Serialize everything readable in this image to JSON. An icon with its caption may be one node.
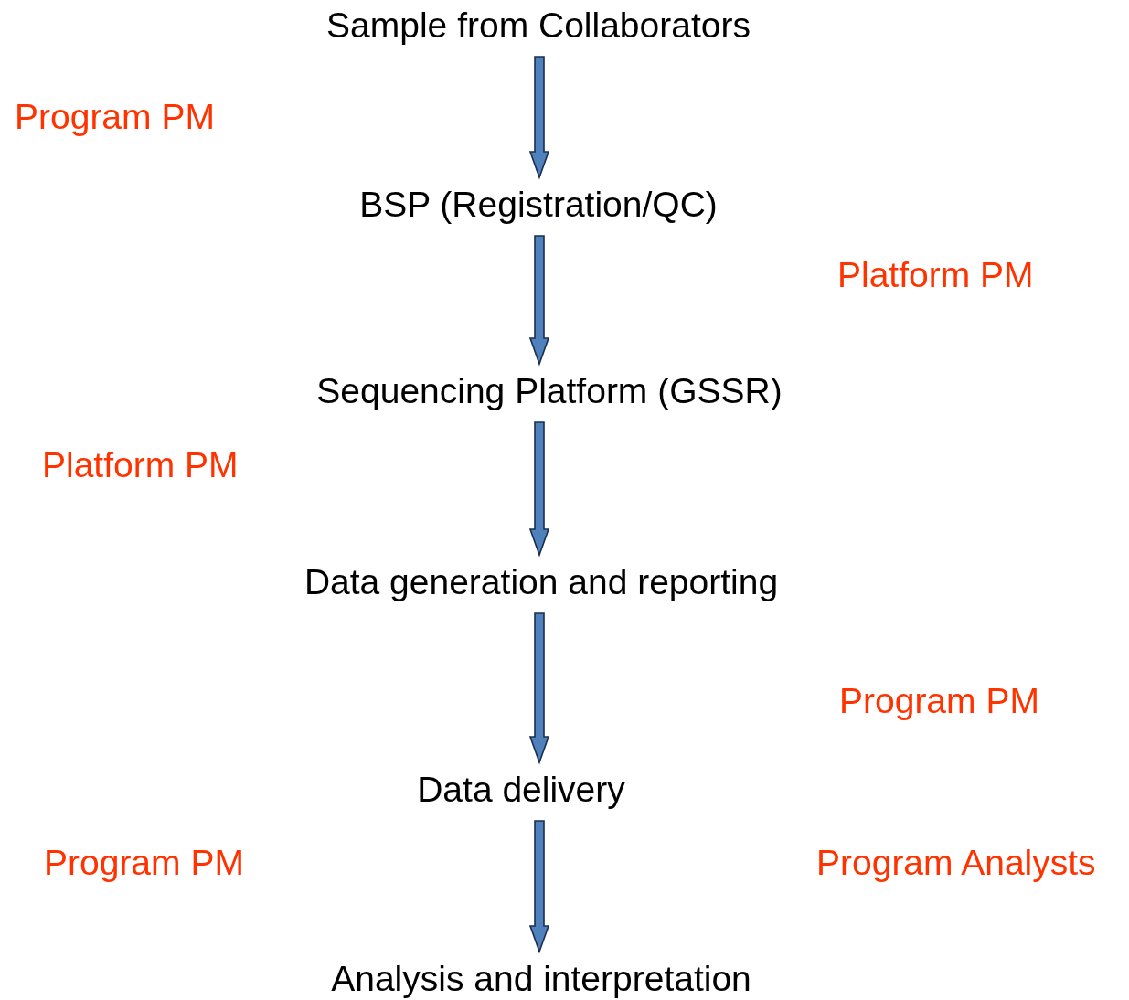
{
  "diagram": {
    "nodes": [
      {
        "text": [
          "Sample from Collaborators"
        ]
      },
      {
        "text": [
          "BSP (Registration/QC)"
        ]
      },
      {
        "text": [
          "Sequencing Platform (GSSR)"
        ]
      },
      {
        "text": [
          "Data generation and reporting"
        ]
      },
      {
        "text": [
          "Data delivery"
        ]
      },
      {
        "text": [
          "Analysis and interpretation"
        ]
      }
    ],
    "edges": [
      {
        "from": 0,
        "to": 1,
        "arrow": "to"
      },
      {
        "from": 1,
        "to": 2,
        "arrow": "to"
      },
      {
        "from": 2,
        "to": 3,
        "arrow": "to"
      },
      {
        "from": 3,
        "to": 4,
        "arrow": "to"
      },
      {
        "from": 4,
        "to": 5,
        "arrow": "to"
      }
    ],
    "labels": [
      "Program PM",
      "Platform PM",
      "Platform PM",
      "Program PM",
      "Program PM",
      "Program Analysts"
    ]
  }
}
